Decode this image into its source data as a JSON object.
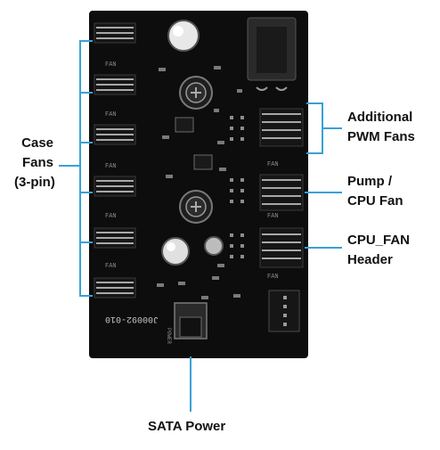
{
  "labels": {
    "case_fans": "Case\nFans\n(3-pin)",
    "additional_pwm": "Additional\nPWM Fans",
    "pump_cpu_fan": "Pump /\nCPU Fan",
    "cpu_fan_header": "CPU_FAN\nHeader",
    "sata_power": "SATA Power"
  },
  "board": {
    "part_number": "J00092-010",
    "header_silk": "FAN",
    "power_silk": "POWER"
  },
  "colors": {
    "callout_line": "#3aa0d8",
    "board": "#0d0d0d",
    "header_pin": "#9a9a9a",
    "label_text": "#111111",
    "background": "#ffffff"
  }
}
